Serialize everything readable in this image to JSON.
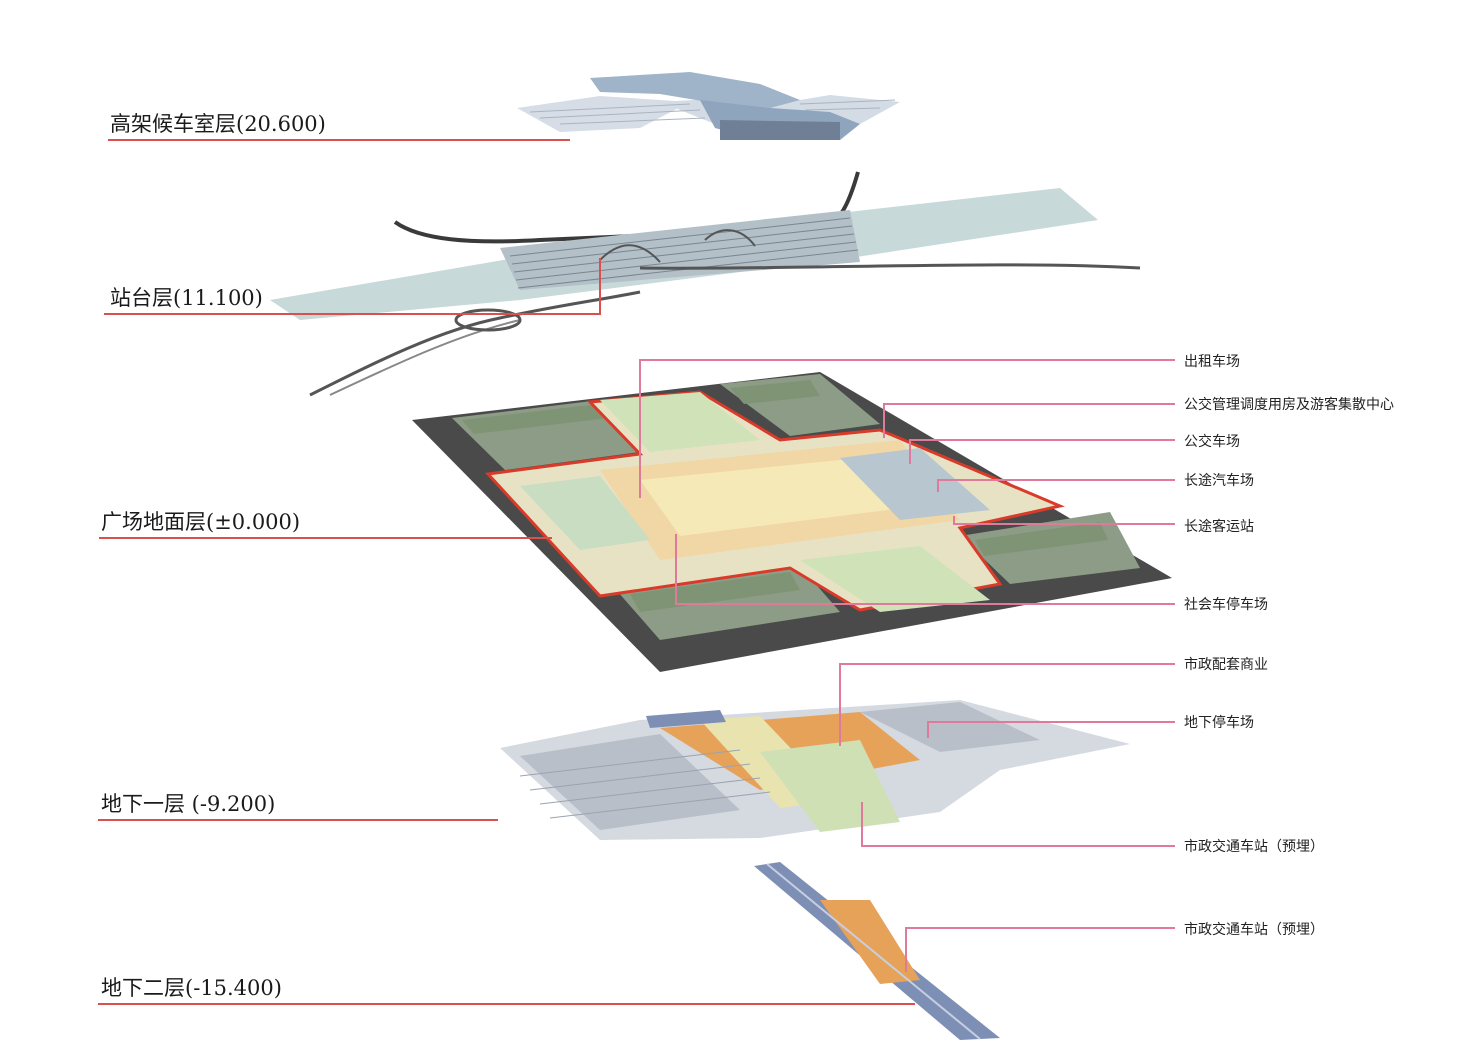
{
  "colors": {
    "label_line": "#d9504f",
    "callout_line": "#e07a9a",
    "plaza_outline": "#d93b2a",
    "roof": "#9fb3c9",
    "platform": "#c8d9d9",
    "plaza_base": "#4a4a4a",
    "building_green": "#7f9474",
    "basement_grid": "#b9bfc9",
    "basement_orange": "#e7a25a",
    "tunnel_blue": "#7e8fb6"
  },
  "layers": [
    {
      "label": "高架候车室层(20.600)"
    },
    {
      "label": "站台层(11.100)"
    },
    {
      "label": "广场地面层(±0.000)"
    },
    {
      "label": "地下一层 (-9.200)"
    },
    {
      "label": "地下二层(-15.400)"
    }
  ],
  "callouts": [
    {
      "label": "出租车场"
    },
    {
      "label": "公交管理调度用房及游客集散中心"
    },
    {
      "label": "公交车场"
    },
    {
      "label": "长途汽车场"
    },
    {
      "label": "长途客运站"
    },
    {
      "label": "社会车停车场"
    },
    {
      "label": "市政配套商业"
    },
    {
      "label": "地下停车场"
    },
    {
      "label": "市政交通车站（预埋）"
    },
    {
      "label": "市政交通车站（预埋）"
    }
  ]
}
